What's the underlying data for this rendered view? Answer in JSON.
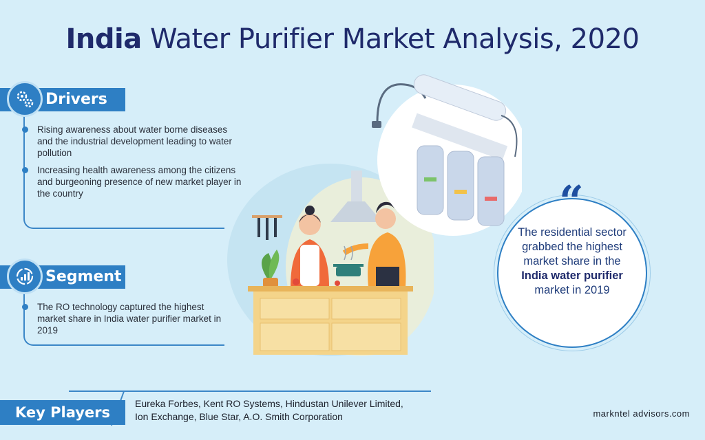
{
  "title": {
    "bold": "India",
    "rest": " Water Purifier Market Analysis, 2020"
  },
  "drivers": {
    "heading": "Drivers",
    "icon": "gears-icon",
    "bullets": [
      "Rising awareness about water borne diseases and the industrial development leading to water pollution",
      "Increasing health awareness among the citizens and burgeoning presence of new market player in the country"
    ]
  },
  "segment": {
    "heading": "Segment",
    "icon": "chart-gauge-icon",
    "bullets": [
      "The RO technology captured the highest market share in India water purifier market in 2019"
    ]
  },
  "quote": {
    "mark": "“",
    "line1": "The residential sector grabbed the highest market share in the ",
    "bold": "India water purifier",
    "line2": " market in 2019"
  },
  "key_players": {
    "label": "Key Players",
    "line1": "Eureka Forbes, Kent RO Systems, Hindustan Unilever Limited,",
    "line2": "Ion Exchange, Blue Star, A.O. Smith Corporation"
  },
  "brand": "markntel advisors.com",
  "colors": {
    "accent": "#2e7fc4",
    "title": "#1f2a6b",
    "background": "#d6eef9"
  }
}
